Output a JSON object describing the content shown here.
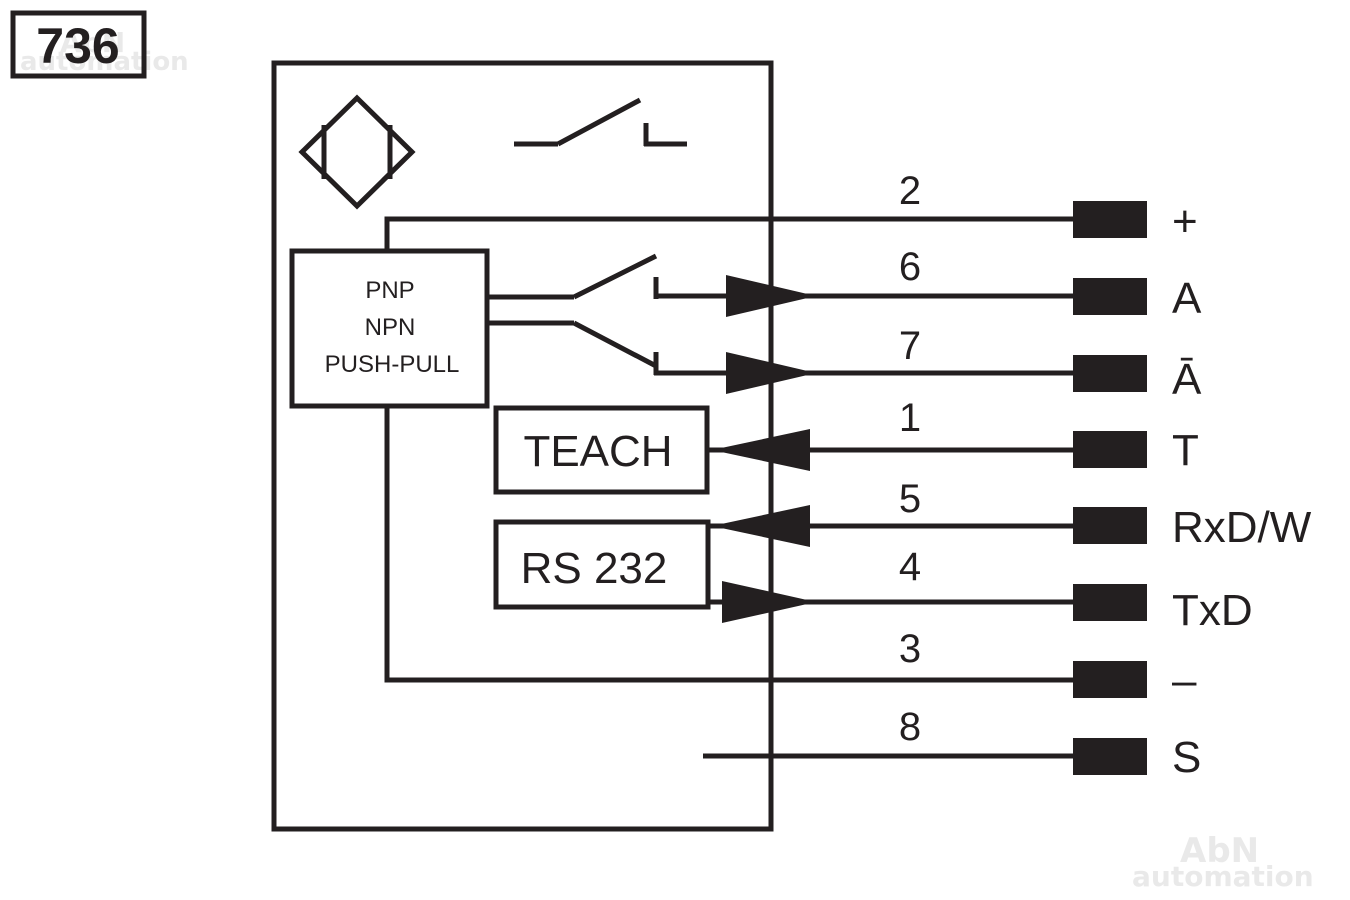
{
  "diagram_code": "736",
  "watermarks": {
    "top": {
      "line1": "AbN",
      "line2": "automation"
    },
    "bottom": {
      "line1": "AbN",
      "line2": "automation"
    }
  },
  "output_stage": {
    "line1": "PNP",
    "line2": "NPN",
    "line3": "PUSH-PULL"
  },
  "teach_block": "TEACH",
  "rs232_block": "RS 232",
  "wires": [
    {
      "pin": "2",
      "signal": "+"
    },
    {
      "pin": "6",
      "signal": "A"
    },
    {
      "pin": "7",
      "signal": "Ā"
    },
    {
      "pin": "1",
      "signal": "T"
    },
    {
      "pin": "5",
      "signal": "RxD/W"
    },
    {
      "pin": "4",
      "signal": "TxD"
    },
    {
      "pin": "3",
      "signal": "–"
    },
    {
      "pin": "8",
      "signal": "S"
    }
  ],
  "colors": {
    "line": "#231f20",
    "watermark": "#e9e9e9"
  }
}
